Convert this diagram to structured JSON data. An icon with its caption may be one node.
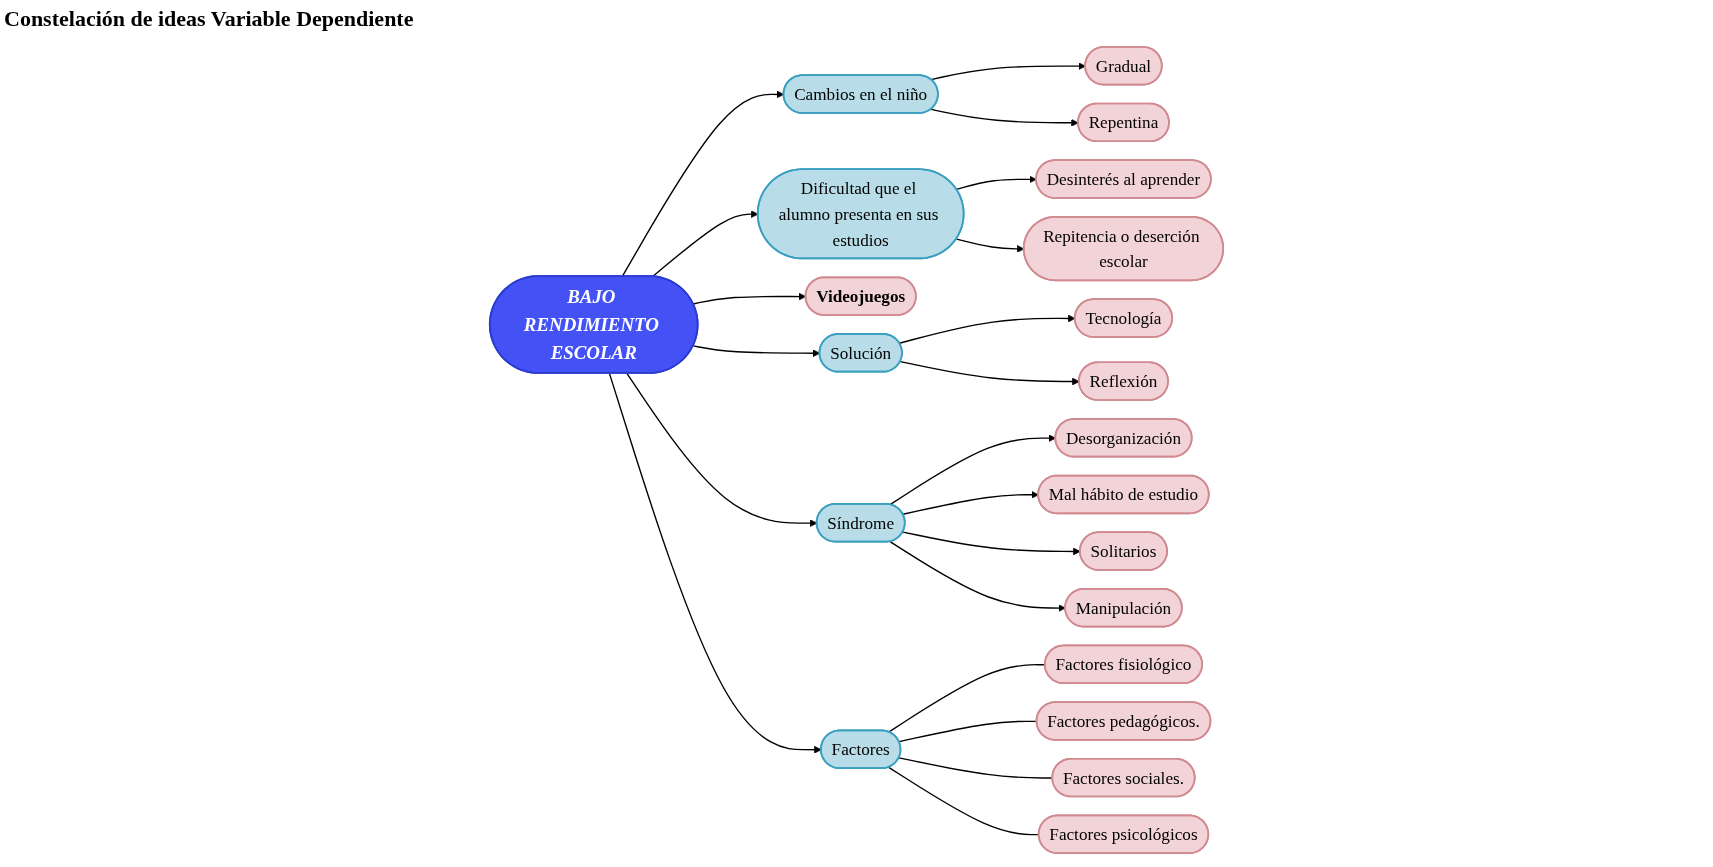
{
  "diagram": {
    "title": "Constelación de ideas Variable Dependiente",
    "nodes": [
      {
        "text": [
          "BAJO RENDIMIENTO ESCOLAR"
        ]
      },
      {
        "text": [
          "Cambios en el niño"
        ]
      },
      {
        "text": [
          "Gradual"
        ]
      },
      {
        "text": [
          "Repentina"
        ]
      },
      {
        "text": [
          "Dificultad que el alumno presenta en sus estudios"
        ]
      },
      {
        "text": [
          "Desinterés al aprender"
        ]
      },
      {
        "text": [
          "Repitencia o deserción escolar"
        ]
      },
      {
        "text": [
          "Videojuegos"
        ]
      },
      {
        "text": [
          "Solución"
        ]
      },
      {
        "text": [
          "Tecnología"
        ]
      },
      {
        "text": [
          "Reflexión"
        ]
      },
      {
        "text": [
          "Síndrome"
        ]
      },
      {
        "text": [
          "Desorganización"
        ]
      },
      {
        "text": [
          "Mal hábito de estudio"
        ]
      },
      {
        "text": [
          "Solitarios"
        ]
      },
      {
        "text": [
          "Manipulación"
        ]
      },
      {
        "text": [
          "Factores"
        ]
      },
      {
        "text": [
          "Factores fisiológico"
        ]
      },
      {
        "text": [
          "Factores pedagógicos."
        ]
      },
      {
        "text": [
          "Factores sociales."
        ]
      },
      {
        "text": [
          "Factores psicológicos"
        ]
      }
    ],
    "edges": [
      {
        "from": 0,
        "to": 1,
        "arrow": "to"
      },
      {
        "from": 1,
        "to": 2,
        "arrow": "to"
      },
      {
        "from": 1,
        "to": 3,
        "arrow": "to"
      },
      {
        "from": 0,
        "to": 4,
        "arrow": "to"
      },
      {
        "from": 4,
        "to": 5,
        "arrow": "to"
      },
      {
        "from": 4,
        "to": 6,
        "arrow": "to"
      },
      {
        "from": 0,
        "to": 7,
        "arrow": "to"
      },
      {
        "from": 0,
        "to": 8,
        "arrow": "to"
      },
      {
        "from": 8,
        "to": 9,
        "arrow": "to"
      },
      {
        "from": 8,
        "to": 10,
        "arrow": "to"
      },
      {
        "from": 0,
        "to": 11,
        "arrow": "to"
      },
      {
        "from": 11,
        "to": 12,
        "arrow": "to"
      },
      {
        "from": 11,
        "to": 13,
        "arrow": "to"
      },
      {
        "from": 11,
        "to": 14,
        "arrow": "to"
      },
      {
        "from": 11,
        "to": 15,
        "arrow": "to"
      },
      {
        "from": 0,
        "to": 16,
        "arrow": "to"
      },
      {
        "from": 16,
        "to": 17,
        "arrow": "none"
      },
      {
        "from": 16,
        "to": 18,
        "arrow": "none"
      },
      {
        "from": 16,
        "to": 19,
        "arrow": "none"
      },
      {
        "from": 16,
        "to": 20,
        "arrow": "none"
      }
    ]
  }
}
